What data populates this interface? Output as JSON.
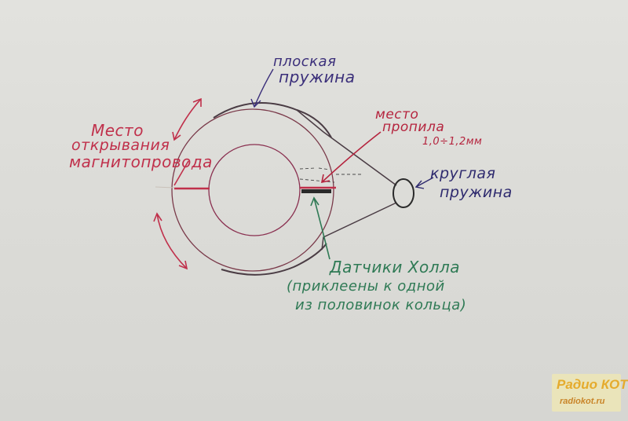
{
  "labels": {
    "flat_spring_line1": "плоская",
    "flat_spring_line2": "пружина",
    "cut_place_line1": "место",
    "cut_place_line2": "пропила",
    "cut_place_line3": "1,0÷1,2мм",
    "opening_place_line1": "Место",
    "opening_place_line2": "открывания",
    "opening_place_line3": "магнитопровода",
    "round_spring_line1": "круглая",
    "round_spring_line2": "пружина",
    "hall_sensors_line1": "Датчики Холла",
    "hall_sensors_line2": "(приклеены к одной",
    "hall_sensors_line3": "из половинок кольца)"
  },
  "watermark": {
    "title": "Радио КОТ",
    "site": "radiokot.ru"
  },
  "colors": {
    "paper": "#dcdcd8",
    "ring_lines": "#7a3a4a",
    "spring_lines": "#4a3c44",
    "red_ink": "#c0304b",
    "blue_ink": "#3b2f7a",
    "green_ink": "#2f7a55",
    "sensor": "#2a2a2a"
  }
}
